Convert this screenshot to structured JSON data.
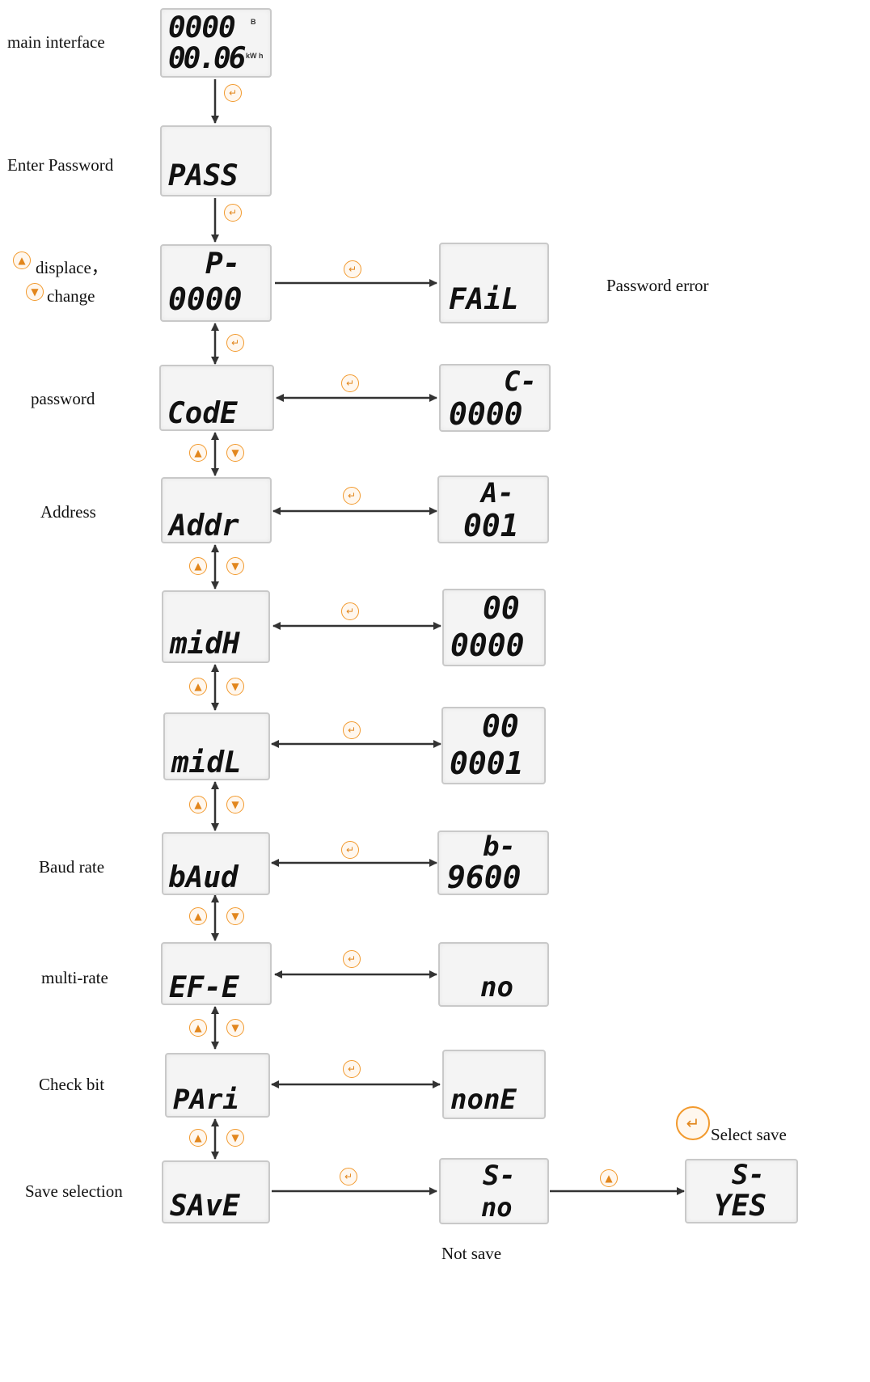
{
  "labels": {
    "main_interface": "main interface",
    "enter_password": "Enter Password",
    "displace": "displace，",
    "change": "change",
    "password": "password",
    "address": "Address",
    "baud_rate": "Baud rate",
    "multi_rate": "multi-rate",
    "check_bit": "Check bit",
    "save_selection": "Save selection",
    "password_error": "Password error",
    "select_save": "Select save",
    "not_save": "Not save"
  },
  "screens": {
    "main": {
      "line1": "0000",
      "unit1": "B",
      "line2": "00.06",
      "unit2": "kW h"
    },
    "pass": {
      "line2": "PASS"
    },
    "pin": {
      "line1": "P-",
      "line2": "0000"
    },
    "fail": {
      "line2": "FAiL"
    },
    "code": {
      "line2": "CodE"
    },
    "code_val": {
      "line1": "C-",
      "line2": "0000"
    },
    "addr": {
      "line2": "Addr"
    },
    "addr_val": {
      "line1": "A-",
      "line2": "001"
    },
    "midh": {
      "line2": "midH"
    },
    "midh_val": {
      "line1": "00",
      "line2": "0000"
    },
    "midl": {
      "line2": "midL"
    },
    "midl_val": {
      "line1": "00",
      "line2": "0001"
    },
    "baud": {
      "line2": "bAud"
    },
    "baud_val": {
      "line1": "b-",
      "line2": "9600"
    },
    "efe": {
      "line2": "EF-E"
    },
    "efe_val": {
      "line2": "no"
    },
    "pari": {
      "line2": "PAri"
    },
    "pari_val": {
      "line2": "nonE"
    },
    "save": {
      "line2": "SAvE"
    },
    "save_no": {
      "line1": "S-",
      "line2": "no"
    },
    "save_yes": {
      "line1": "S-",
      "line2": "YES"
    }
  },
  "icons": {
    "enter": "enter-icon",
    "up": "up-icon",
    "down": "down-icon"
  },
  "colors": {
    "icon_orange": "#f29a2e",
    "lcd_bg": "#f4f4f4",
    "arrow": "#333333"
  }
}
